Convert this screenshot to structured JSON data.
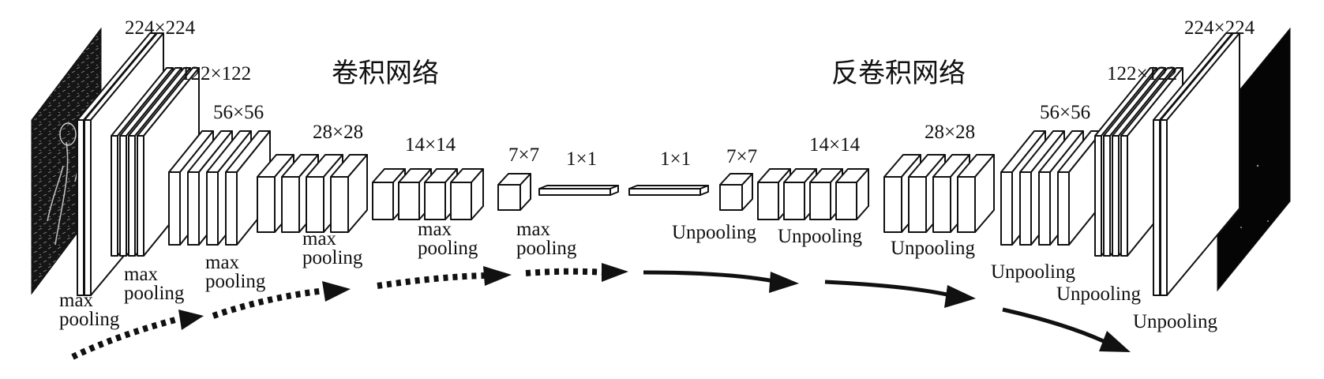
{
  "titles": {
    "encoder": "卷积网络",
    "decoder": "反卷积网络"
  },
  "encoder": {
    "sizes": [
      "224×224",
      "122×122",
      "56×56",
      "28×28",
      "14×14",
      "7×7",
      "1×1"
    ],
    "pooling_labels": [
      "max\npooling",
      "max\npooling",
      "max\npooling",
      "max\npooling",
      "max\npooling",
      "max\npooling"
    ]
  },
  "decoder": {
    "sizes": [
      "1×1",
      "7×7",
      "14×14",
      "28×28",
      "56×56",
      "122×122",
      "224×224"
    ],
    "unpooling_labels": [
      "Unpooling",
      "Unpooling",
      "Unpooling",
      "Unpooling",
      "Unpooling",
      "Unpooling"
    ]
  },
  "colors": {
    "stroke": "#111111",
    "fill": "#ffffff",
    "input_image": "#151515",
    "output_image": "#050505"
  },
  "arrows": {
    "encoder_style": "dashed",
    "decoder_style": "solid"
  }
}
